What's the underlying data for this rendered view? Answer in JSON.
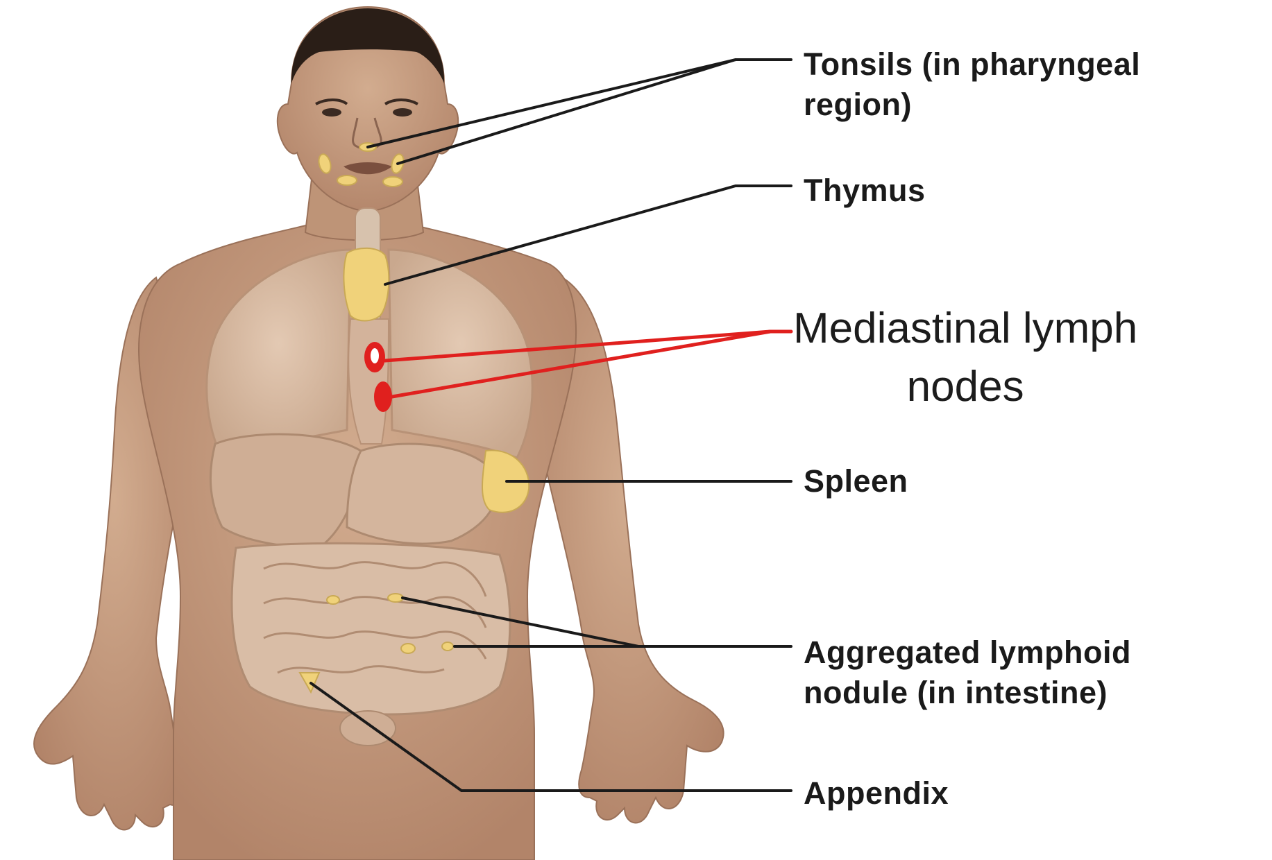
{
  "figure": {
    "labels": {
      "tonsils": [
        "Tonsils (in pharyngeal",
        "region)"
      ],
      "thymus": "Thymus",
      "mediastinal": [
        "Mediastinal lymph",
        "nodes"
      ],
      "spleen": "Spleen",
      "aggregated": [
        "Aggregated lymphoid",
        "nodule (in intestine)"
      ],
      "appendix": "Appendix"
    },
    "colors": {
      "skin": "#c9a184",
      "skin_shadow": "#a77d62",
      "organ": "#d9bda6",
      "organ_outline": "#b89277",
      "lymphoid": "#f0d27a",
      "mediastinal_highlight": "#e0201e",
      "leader_line": "#1a1a1a",
      "hair": "#2a1e17"
    }
  }
}
